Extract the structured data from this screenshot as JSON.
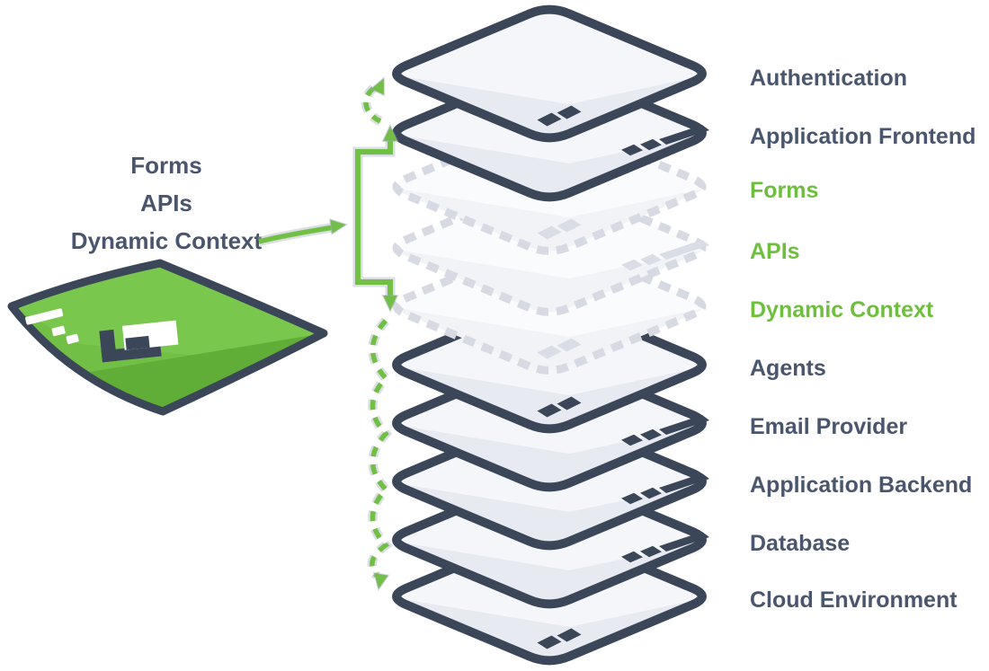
{
  "caption": {
    "lines": [
      "Forms",
      "APIs",
      "Dynamic Context"
    ]
  },
  "stack": {
    "layers": [
      {
        "id": "authentication",
        "label": "Authentication",
        "style": "solid",
        "highlight": false,
        "marks": "corner-dots"
      },
      {
        "id": "application-frontend",
        "label": "Application Frontend",
        "style": "solid",
        "highlight": false,
        "marks": "edge-dashes"
      },
      {
        "id": "forms",
        "label": "Forms",
        "style": "dashed",
        "highlight": true,
        "marks": "corner-dots"
      },
      {
        "id": "apis",
        "label": "APIs",
        "style": "dashed",
        "highlight": true,
        "marks": "edge-dashes"
      },
      {
        "id": "dynamic-context",
        "label": "Dynamic Context",
        "style": "dashed",
        "highlight": true,
        "marks": "corner-dots"
      },
      {
        "id": "agents",
        "label": "Agents",
        "style": "solid",
        "highlight": false,
        "marks": "corner-dots"
      },
      {
        "id": "email-provider",
        "label": "Email Provider",
        "style": "solid",
        "highlight": false,
        "marks": "edge-dashes"
      },
      {
        "id": "application-backend",
        "label": "Application Backend",
        "style": "solid",
        "highlight": false,
        "marks": "edge-dashes"
      },
      {
        "id": "database",
        "label": "Database",
        "style": "solid",
        "highlight": false,
        "marks": "edge-dashes"
      },
      {
        "id": "cloud-environment",
        "label": "Cloud Environment",
        "style": "solid",
        "highlight": false,
        "marks": "corner-dots"
      }
    ]
  },
  "colors": {
    "label_navy": "#49566D",
    "label_green": "#6FBF3F",
    "layer_border": "#3B4759",
    "layer_fill": "#E7EAF0",
    "layer_fill_light": "#F4F6F9",
    "ghost_border": "#D7DAE2",
    "ghost_fill": "#F1F3F7",
    "ghost_fill_light": "#FAFBFD",
    "ghost_mark": "#DADDE5",
    "green": "#71BF44",
    "green_light": "#7AC74E",
    "green_dark": "#60AD37",
    "halo_gray": "#A6ACB8"
  }
}
